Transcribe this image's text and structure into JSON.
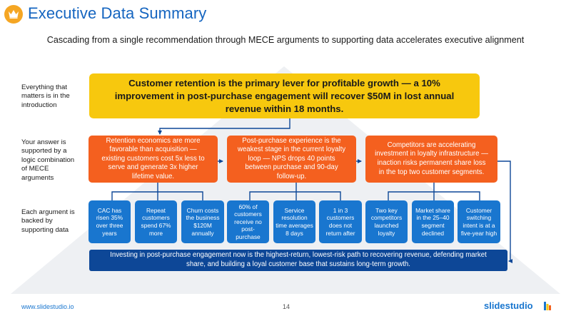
{
  "header": {
    "title": "Executive Data Summary",
    "subtitle": "Cascading from a single recommendation through MECE arguments to supporting data accelerates executive alignment"
  },
  "side_labels": [
    "Everything that matters is in the introduction",
    "Your answer is supported by a logic combination of MECE arguments",
    "Each argument is backed by supporting data"
  ],
  "recommendation": "Customer retention is the primary lever for profitable growth — a 10% improvement in post-purchase engagement will recover $50M in lost annual revenue within 18 months.",
  "arguments": [
    "Retention economics are more favorable than acquisition — existing customers cost 5x less to serve and generate 3x higher lifetime value.",
    "Post-purchase experience is the weakest stage in the current loyalty loop — NPS drops 40 points between purchase and 90-day follow-up.",
    "Competitors are accelerating investment in loyalty infrastructure — inaction risks permanent share loss in the top two customer segments."
  ],
  "supporting_data": [
    "CAC has risen 35% over three years",
    "Repeat customers spend 67% more",
    "Churn costs the business $120M annually",
    "60% of customers receive no post-purchase",
    "Service resolution time averages 8 days",
    "1 in 3 customers does not return after",
    "Two key competitors launched loyalty",
    "Market share in the 25–40 segment declined",
    "Customer switching intent is at a five-year high"
  ],
  "conclusion": "Investing in post-purchase engagement now is the highest-return, lowest-risk path to recovering revenue, defending market share, and building a loyal customer base that sustains long-term growth.",
  "footer": {
    "url": "www.slidestudio.io",
    "page": "14",
    "brand": "slidestudio"
  },
  "colors": {
    "title": "#1565c0",
    "recommendation": "#f7c80e",
    "argument": "#f4601f",
    "supporting": "#1976cf",
    "conclusion": "#0d4797",
    "connector": "#0d4797",
    "pyramid": "#eef0f3",
    "logo": "#f5a623"
  },
  "icons": {
    "logo": "crown-icon",
    "footer_mark": "brand-bars-icon"
  }
}
